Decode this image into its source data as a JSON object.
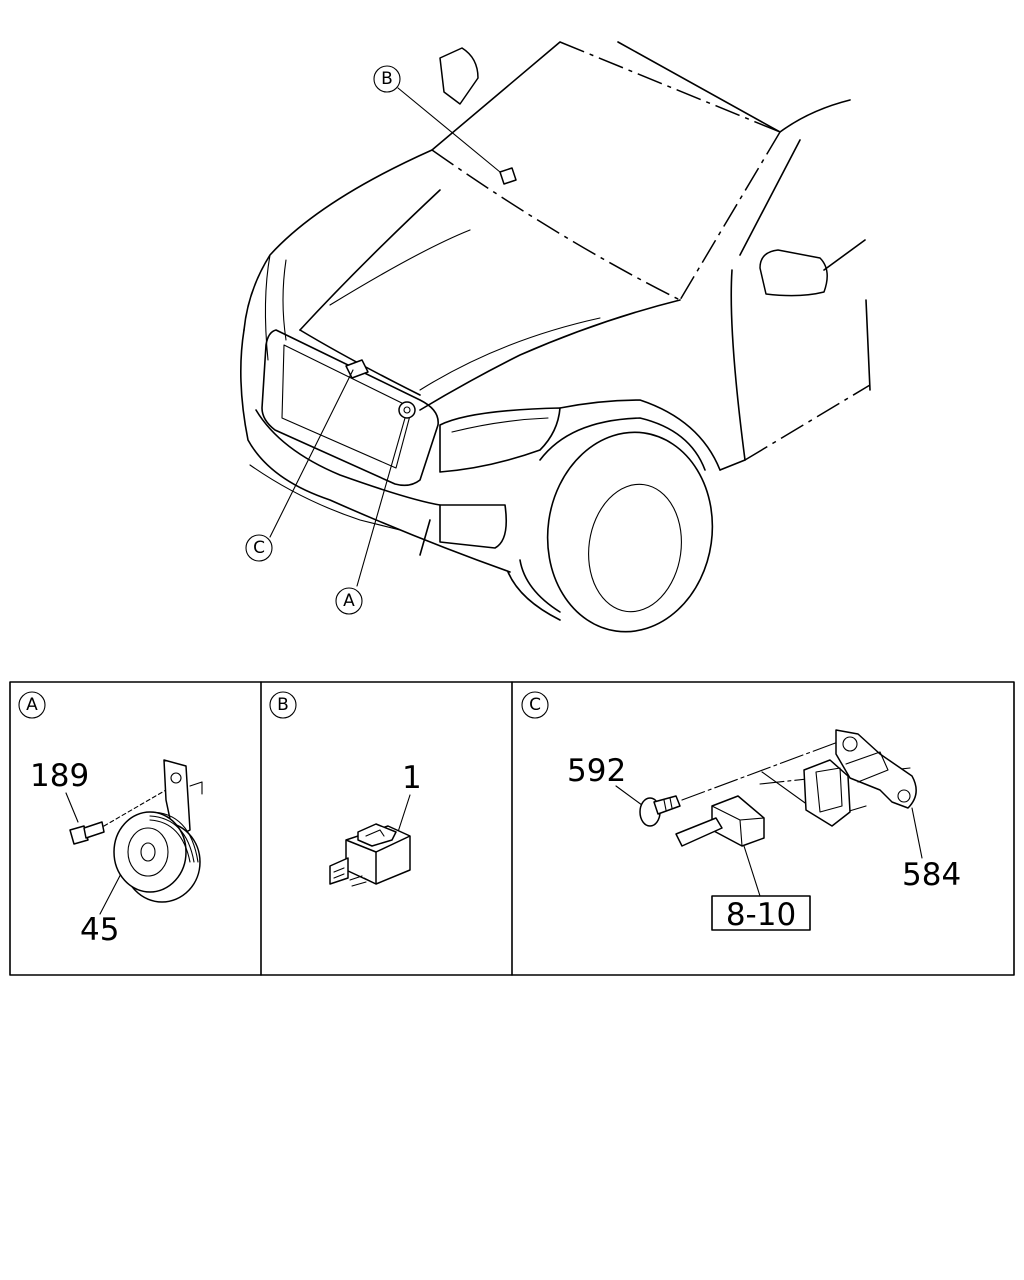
{
  "callouts": {
    "overview": {
      "a": "A",
      "b": "B",
      "c": "C"
    },
    "detail_a": {
      "letter": "A",
      "bolt": "189",
      "horn": "45"
    },
    "detail_b": {
      "letter": "B",
      "relay": "1"
    },
    "detail_c": {
      "letter": "C",
      "bolt": "592",
      "bracket": "584",
      "ref": "8-10"
    }
  }
}
